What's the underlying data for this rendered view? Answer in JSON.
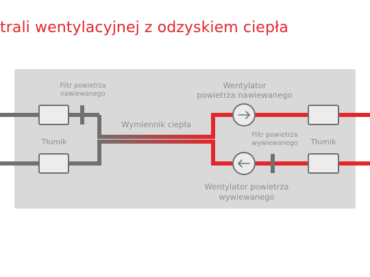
{
  "title": "trali wentylacyjnej z odzyskiem ciepła",
  "colors": {
    "accent": "#e3262b",
    "duct_gray": "#707070",
    "panel": "#d9d9d9",
    "text": "#8e8e8e"
  },
  "labels": {
    "filter_supply_line1": "Filtr powietrza",
    "filter_supply_line2": "nawiewanego",
    "silencer_left": "Tłumik",
    "heat_exchanger": "Wymiennik ciepła",
    "fan_supply_line1": "Wentylator",
    "fan_supply_line2": "powietrza nawiewanego",
    "filter_exhaust_line1": "Filtr powietrza",
    "filter_exhaust_line2": "wywiewanego",
    "silencer_right": "Tłumik",
    "fan_exhaust_line1": "Wentylator powietrza",
    "fan_exhaust_line2": "wywiewanego"
  },
  "icons": {
    "fan_supply": "arrow-right-icon",
    "fan_exhaust": "arrow-left-icon"
  }
}
